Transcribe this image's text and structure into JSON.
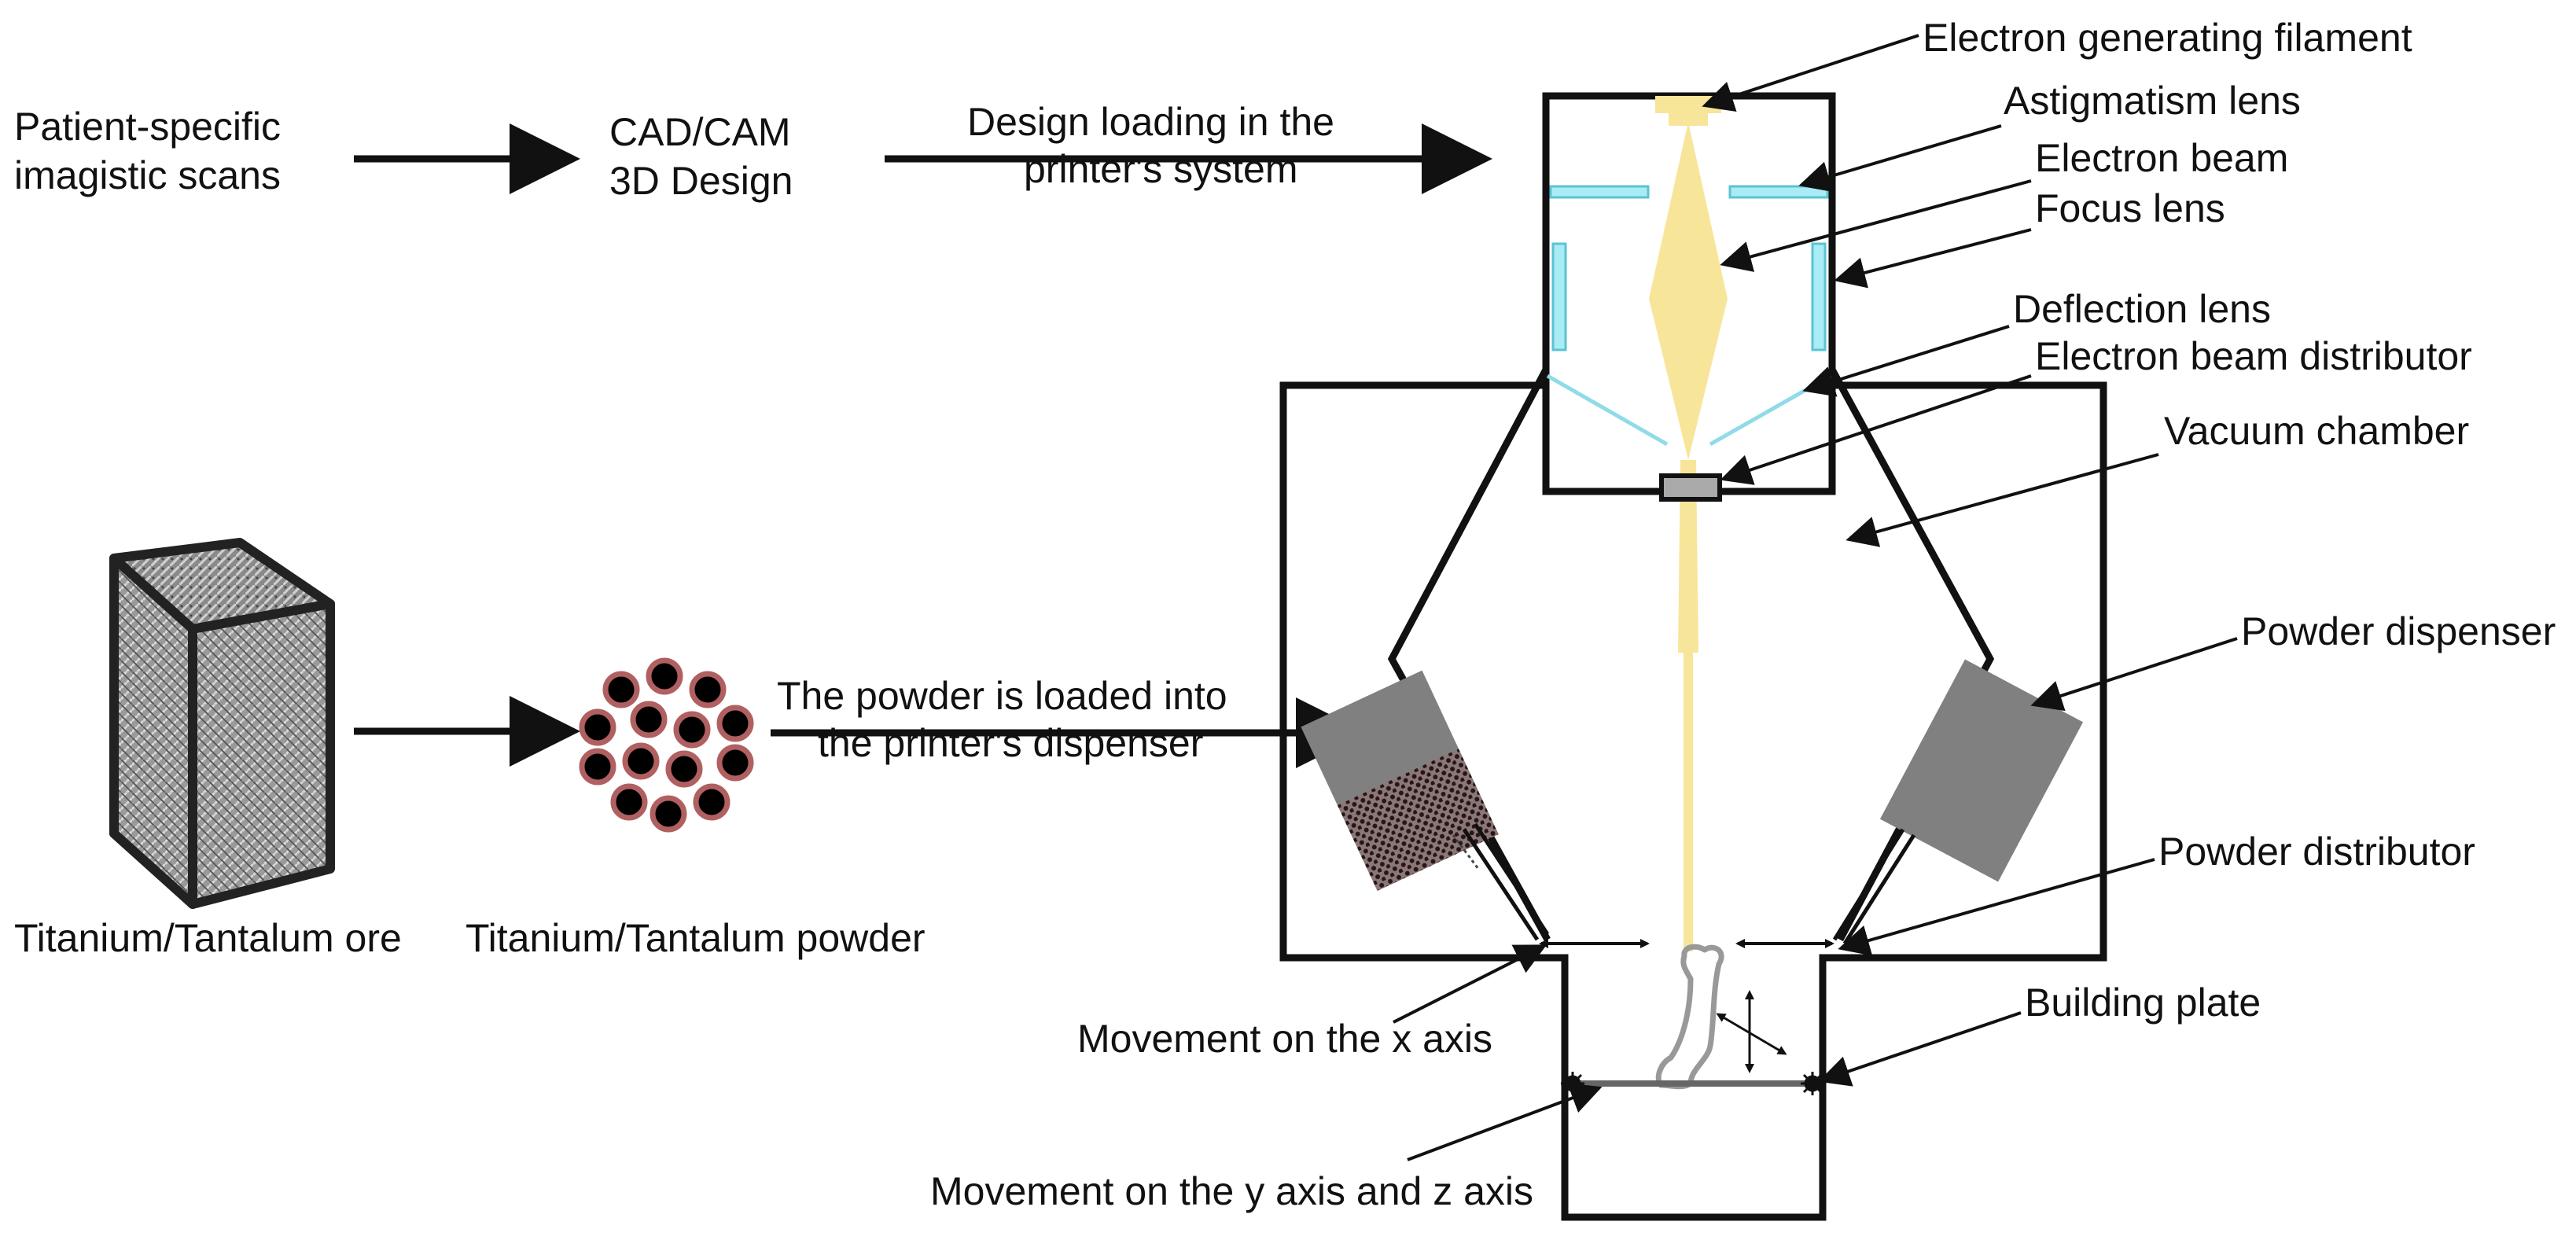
{
  "flow": {
    "scans": [
      "Patient-specific",
      "imagistic scans"
    ],
    "cad": [
      "CAD/CAM",
      "3D Design"
    ],
    "design_loading": [
      "Design loading in the",
      "printer's system"
    ],
    "ore": "Titanium/Tantalum ore",
    "powder": "Titanium/Tantalum powder",
    "powder_loading": [
      "The powder is loaded into",
      "the printer's dispenser"
    ]
  },
  "labels": {
    "filament": "Electron generating filament",
    "astigmatism": "Astigmatism lens",
    "beam": "Electron beam",
    "focus": "Focus lens",
    "deflection": "Deflection lens",
    "distributor": "Electron beam distributor",
    "vacuum": "Vacuum chamber",
    "dispenser": "Powder dispenser",
    "powder_distributor": "Powder distributor",
    "building_plate": "Building plate",
    "x_axis": "Movement on the x axis",
    "yz_axis": "Movement on the y axis and z axis"
  },
  "colors": {
    "beam": "#f7e59a",
    "lens": "#a9ecf5",
    "dispenser": "#808080",
    "particle": "#b06060",
    "outline": "#111111"
  }
}
